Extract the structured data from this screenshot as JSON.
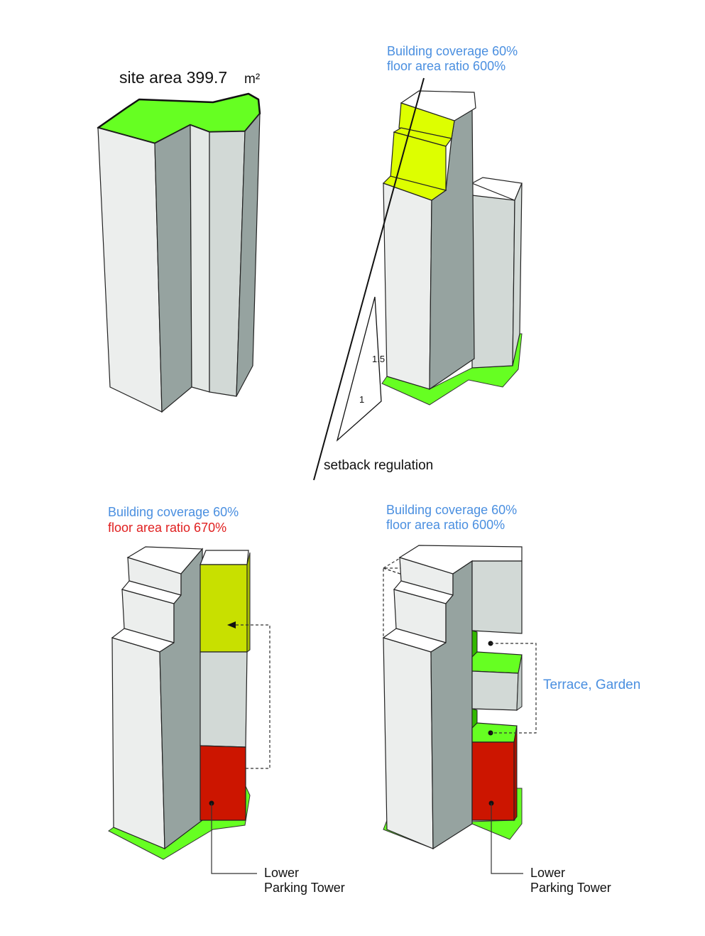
{
  "panel1": {
    "site_area_text": "site area 399.7",
    "site_area_unit": "m²"
  },
  "panel2": {
    "coverage": "Building coverage 60%",
    "far": "floor area ratio 600%",
    "ratio_vertical": "1.5",
    "ratio_horizontal": "1",
    "setback_label": "setback regulation"
  },
  "panel3": {
    "coverage": "Building coverage 60%",
    "far": "floor area ratio 670%",
    "parking_line1": "Lower",
    "parking_line2": "Parking Tower"
  },
  "panel4": {
    "coverage": "Building coverage 60%",
    "far": "floor area ratio 600%",
    "terrace_label": "Terrace, Garden",
    "parking_line1": "Lower",
    "parking_line2": "Parking Tower"
  },
  "colors": {
    "site_green": "#66ff22",
    "setback_yellow": "#ddff00",
    "moved_yellow": "#c8e000",
    "parking_red": "#cc1500",
    "label_blue": "#4a8fe0",
    "label_red": "#e02020",
    "face_light": "#eceeed",
    "face_dark": "#96a3a0",
    "face_mid": "#d2d9d6"
  }
}
